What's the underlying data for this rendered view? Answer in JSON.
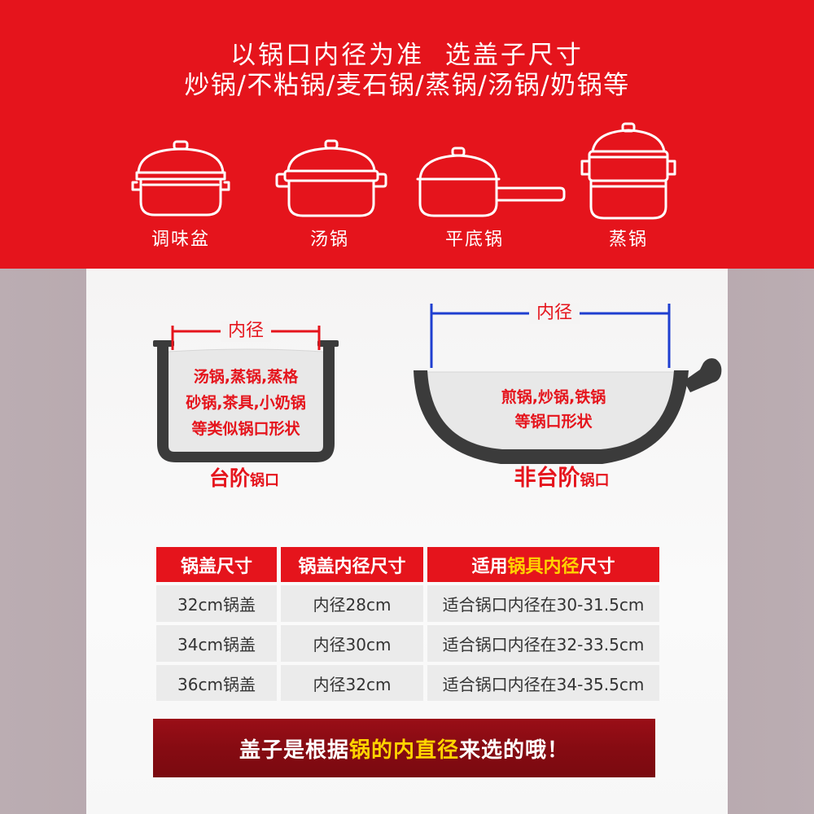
{
  "colors": {
    "brand_red": "#e5141c",
    "highlight_yellow": "#ffd400",
    "measure_blue": "#1f3fd0",
    "pot_dark": "#3b3b3b"
  },
  "header": {
    "title_line1": "以锅口内径为准  选盖子尺寸",
    "title_line2": "炒锅/不粘锅/麦石锅/蒸锅/汤锅/奶锅等"
  },
  "pot_types": [
    {
      "label": "调味盆",
      "icon": "seasoning-basin-icon"
    },
    {
      "label": "汤锅",
      "icon": "soup-pot-icon"
    },
    {
      "label": "平底锅",
      "icon": "saucepan-icon"
    },
    {
      "label": "蒸锅",
      "icon": "steamer-icon"
    }
  ],
  "stepped_rim": {
    "measure_label": "内径",
    "lines": [
      "汤锅,蒸锅,蒸格",
      "砂锅,茶具,小奶锅",
      "等类似锅口形状"
    ],
    "caption_main": "台阶",
    "caption_suffix": "锅口"
  },
  "flat_rim": {
    "measure_label": "内径",
    "lines": [
      "煎锅,炒锅,铁锅",
      "等锅口形状"
    ],
    "caption_main": "非台阶",
    "caption_suffix": "锅口"
  },
  "size_table": {
    "headers": {
      "col1": "锅盖尺寸",
      "col2": "锅盖内径尺寸",
      "col3_prefix": "适用",
      "col3_highlight": "锅具内径",
      "col3_suffix": "尺寸"
    },
    "rows": [
      {
        "lid_size": "32cm锅盖",
        "lid_inner": "内径28cm",
        "fits": "适合锅口内径在30-31.5cm"
      },
      {
        "lid_size": "34cm锅盖",
        "lid_inner": "内径30cm",
        "fits": "适合锅口内径在32-33.5cm"
      },
      {
        "lid_size": "36cm锅盖",
        "lid_inner": "内径32cm",
        "fits": "适合锅口内径在34-35.5cm"
      }
    ]
  },
  "footer": {
    "prefix": "盖子是根据",
    "highlight": "锅的内直径",
    "suffix": "来选的哦！"
  }
}
